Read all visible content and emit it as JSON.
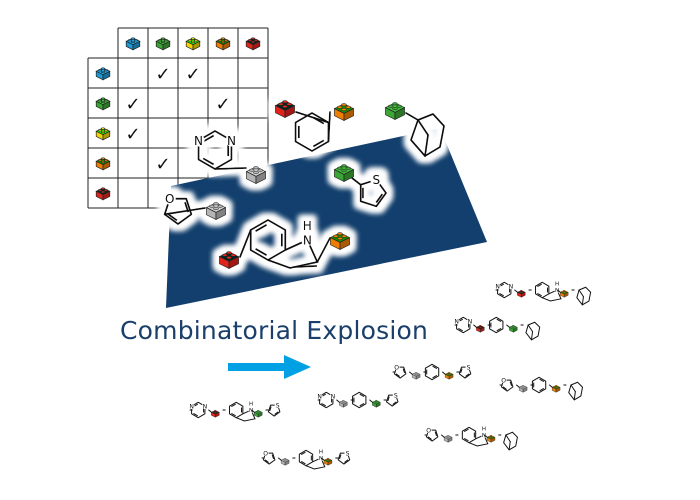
{
  "caption": "Combinatorial Explosion",
  "brick_colors": {
    "blue": "#1d9ad6",
    "green": "#3aa535",
    "yellow": "#f2d300",
    "orange": "#ef7d00",
    "red": "#e2231a",
    "grey": "#b4b4b4"
  },
  "panel_color": "#123f6d",
  "arrow_color": "#00a0e3",
  "compatibility_matrix": {
    "columns": [
      "blue",
      "green",
      "yellow",
      "orange",
      "red"
    ],
    "rows": [
      {
        "brick": "blue",
        "compatible": [
          "green",
          "yellow"
        ]
      },
      {
        "brick": "green",
        "compatible": [
          "blue",
          "orange"
        ]
      },
      {
        "brick": "yellow",
        "compatible": [
          "blue"
        ]
      },
      {
        "brick": "orange",
        "compatible": [
          "green"
        ]
      },
      {
        "brick": "red",
        "compatible": []
      }
    ],
    "check_mark": "✓"
  },
  "atom_labels": {
    "nitrogen": "N",
    "oxygen": "O",
    "sulfur": "S",
    "indole_nh": "H"
  }
}
